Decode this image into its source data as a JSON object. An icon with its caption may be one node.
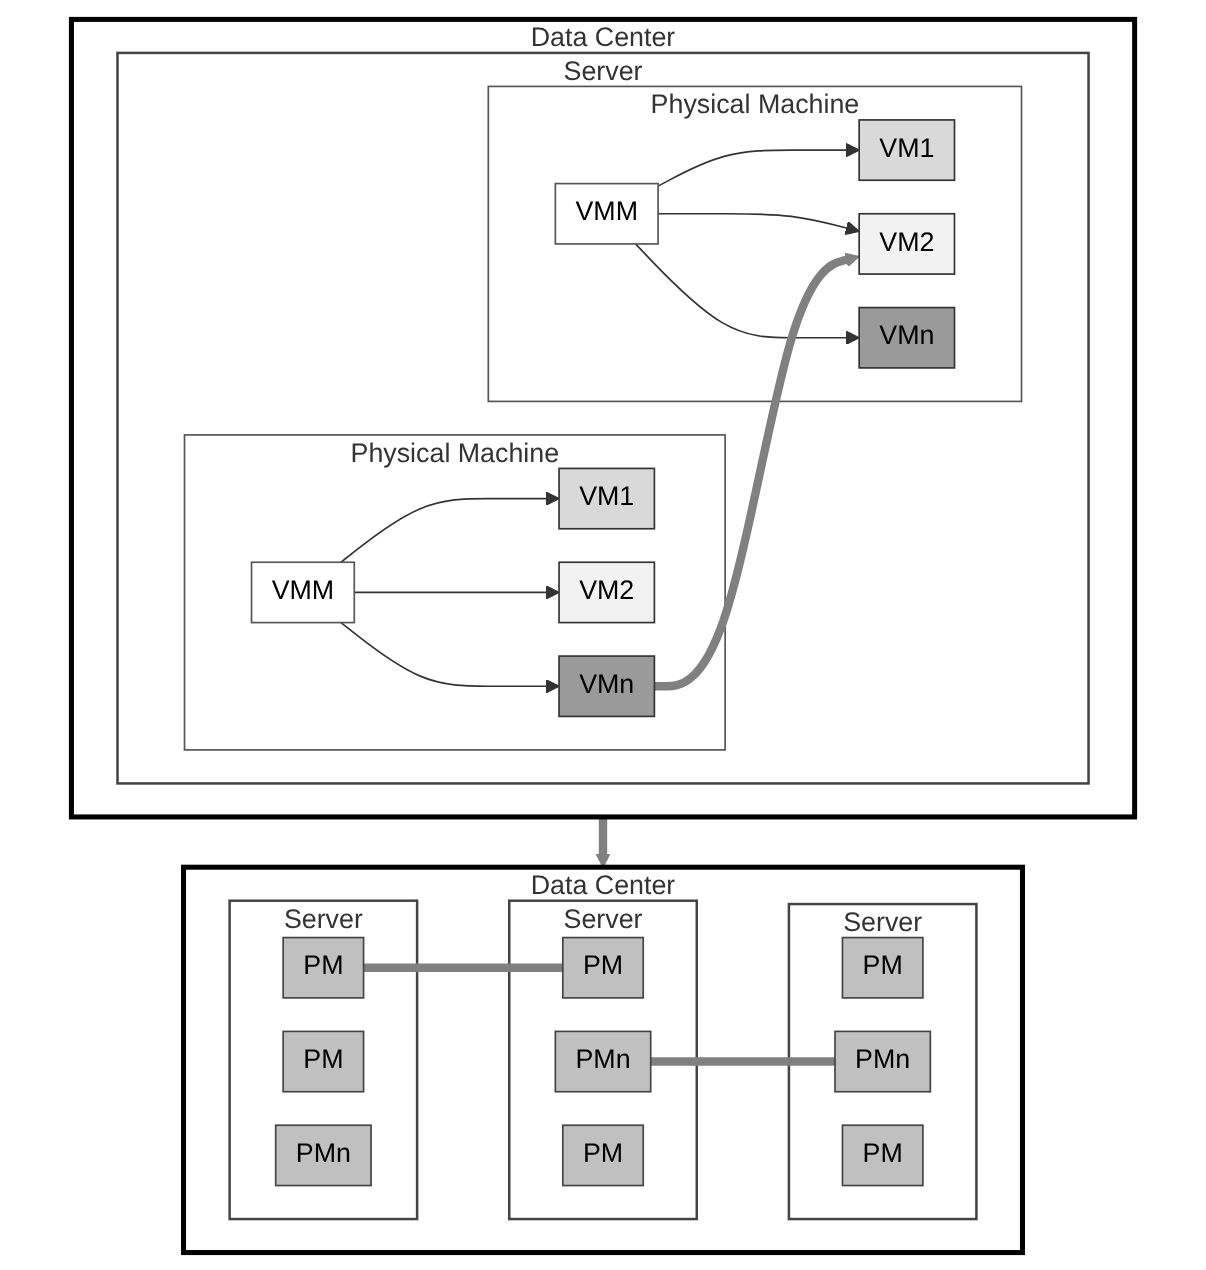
{
  "diagram": {
    "nodes": [
      {
        "text": [
          "Data Center"
        ]
      },
      {
        "text": [
          "Server"
        ],
        "in": 0
      },
      {
        "text": [
          "Physical Machine"
        ],
        "in": 1
      },
      {
        "text": [
          "VMM"
        ],
        "in": 2
      },
      {
        "text": [
          "VM1"
        ],
        "in": 2
      },
      {
        "text": [
          "VM2"
        ],
        "in": 2
      },
      {
        "text": [
          "VMn"
        ],
        "in": 2
      },
      {
        "text": [
          "Physical Machine"
        ],
        "in": 1
      },
      {
        "text": [
          "VMM"
        ],
        "in": 7
      },
      {
        "text": [
          "VM1"
        ],
        "in": 7
      },
      {
        "text": [
          "VM2"
        ],
        "in": 7
      },
      {
        "text": [
          "VMn"
        ],
        "in": 7
      },
      {
        "text": [
          "Data Center"
        ]
      },
      {
        "text": [
          "Server"
        ],
        "in": 12
      },
      {
        "text": [
          "PM"
        ],
        "in": 13
      },
      {
        "text": [
          "PM"
        ],
        "in": 13
      },
      {
        "text": [
          "PMn"
        ],
        "in": 13
      },
      {
        "text": [
          "Server"
        ],
        "in": 12
      },
      {
        "text": [
          "PM"
        ],
        "in": 17
      },
      {
        "text": [
          "PM"
        ],
        "in": 17
      },
      {
        "text": [
          "PMn"
        ],
        "in": 17
      },
      {
        "text": [
          "Server"
        ],
        "in": 12
      },
      {
        "text": [
          "PM"
        ],
        "in": 21
      },
      {
        "text": [
          "PM"
        ],
        "in": 21
      },
      {
        "text": [
          "PMn"
        ],
        "in": 21
      }
    ],
    "edges": [
      {
        "from": 3,
        "to": 4,
        "arrow": "to"
      },
      {
        "from": 3,
        "to": 5,
        "arrow": "to"
      },
      {
        "from": 3,
        "to": 6,
        "arrow": "to"
      },
      {
        "from": 8,
        "to": 9,
        "arrow": "to"
      },
      {
        "from": 8,
        "to": 10,
        "arrow": "to"
      },
      {
        "from": 8,
        "to": 11,
        "arrow": "to"
      },
      {
        "from": 6,
        "to": 10,
        "arrow": "to",
        "style": "thick",
        "color": "#808080"
      },
      {
        "from": 0,
        "to": 12,
        "arrow": "to",
        "style": "thick",
        "color": "#808080"
      },
      {
        "from": 15,
        "to": 19,
        "arrow": "none",
        "style": "thick",
        "color": "#808080"
      },
      {
        "from": 20,
        "to": 24,
        "arrow": "none",
        "style": "thick",
        "color": "#808080"
      }
    ]
  }
}
